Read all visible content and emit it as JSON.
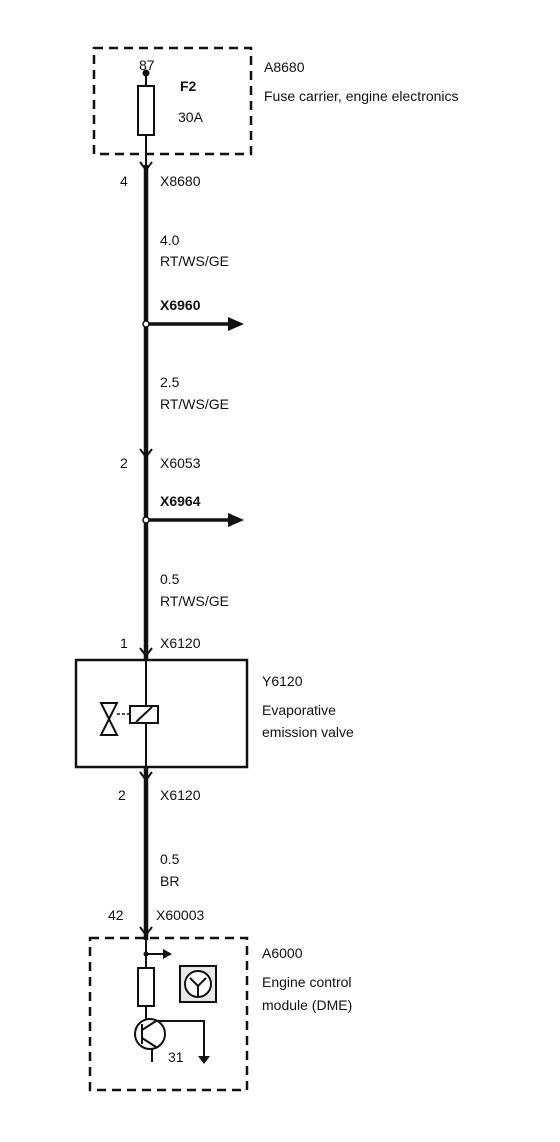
{
  "fuse_carrier": {
    "id": "A8680",
    "description": "Fuse carrier,  engine electronics",
    "pin": "87",
    "fuse_name": "F2",
    "fuse_rating": "30A"
  },
  "connectors": [
    {
      "pin": "4",
      "name": "X8680"
    },
    {
      "pin": "2",
      "name": "X6053"
    },
    {
      "pin": "1",
      "name": "X6120"
    },
    {
      "pin": "2",
      "name": "X6120"
    },
    {
      "pin": "42",
      "name": "X60003"
    }
  ],
  "wires": [
    {
      "gauge": "4.0",
      "color": "RT/WS/GE"
    },
    {
      "gauge": "2.5",
      "color": "RT/WS/GE"
    },
    {
      "gauge": "0.5",
      "color": "RT/WS/GE"
    },
    {
      "gauge": "0.5",
      "color": "BR"
    }
  ],
  "branches": [
    {
      "name": "X6960"
    },
    {
      "name": "X6964"
    }
  ],
  "valve": {
    "id": "Y6120",
    "description_line1": "Evaporative",
    "description_line2": "emission valve"
  },
  "ecm": {
    "id": "A6000",
    "description_line1": "Engine control",
    "description_line2": "module (DME)",
    "ground_pin": "31"
  },
  "colors": {
    "line": "#111111",
    "background": "#ffffff"
  }
}
